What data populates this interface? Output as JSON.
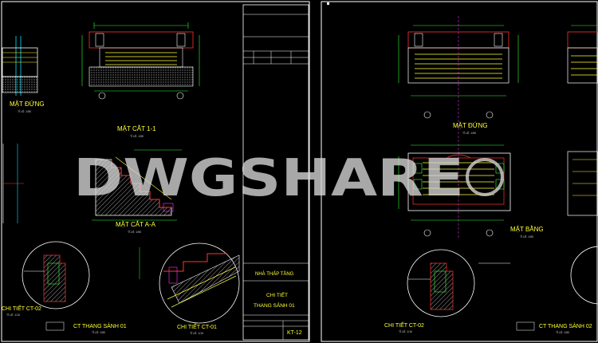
{
  "colors": {
    "background": "#000000",
    "frame": "#ffffff",
    "cyan": "#00e5ff",
    "green": "#33ff33",
    "yellow": "#ffff33",
    "red": "#ff3333",
    "magenta": "#ff33ff"
  },
  "watermark": "DWGSHARE",
  "left_sheet": {
    "views": {
      "mat_dung": {
        "title": "MẶT ĐỨNG",
        "scale": "TỈ LỆ: 1/50"
      },
      "mat_cat_11": {
        "title": "MẶT CẮT 1-1",
        "scale": "TỈ LỆ: 1/50"
      },
      "mat_cat_aa": {
        "title": "MẶT CẮT A-A",
        "scale": "TỈ LỆ: 1/50"
      },
      "ct_thang": {
        "title": "CT THANG SẢNH 01",
        "scale": "TỈ LỆ: 1/50"
      },
      "ct01": {
        "title": "CHI TIẾT CT-01",
        "scale": "TỈ LỆ: 1/10"
      },
      "ct02": {
        "title": "CHI TIẾT CT-02",
        "scale": "TỈ LỆ: 1/10"
      }
    },
    "title_block": {
      "project": "NHÀ THẤP TẦNG",
      "drawing_line1": "CHI TIẾT",
      "drawing_line2": "THANG SẢNH 01",
      "sheet_no": "KT-12"
    }
  },
  "right_sheet": {
    "views": {
      "mat_dung": {
        "title": "MẶT ĐỨNG",
        "scale": "TỈ LỆ: 1/50"
      },
      "mat_bang": {
        "title": "MẶT BẰNG",
        "scale": "TỈ LỆ: 1/50"
      },
      "ct02": {
        "title": "CHI TIẾT CT-02",
        "scale": "TỈ LỆ: 1/10"
      },
      "ct_thang": {
        "title": "CT THANG SẢNH 02",
        "scale": "TỈ LỆ: 1/50"
      }
    }
  }
}
